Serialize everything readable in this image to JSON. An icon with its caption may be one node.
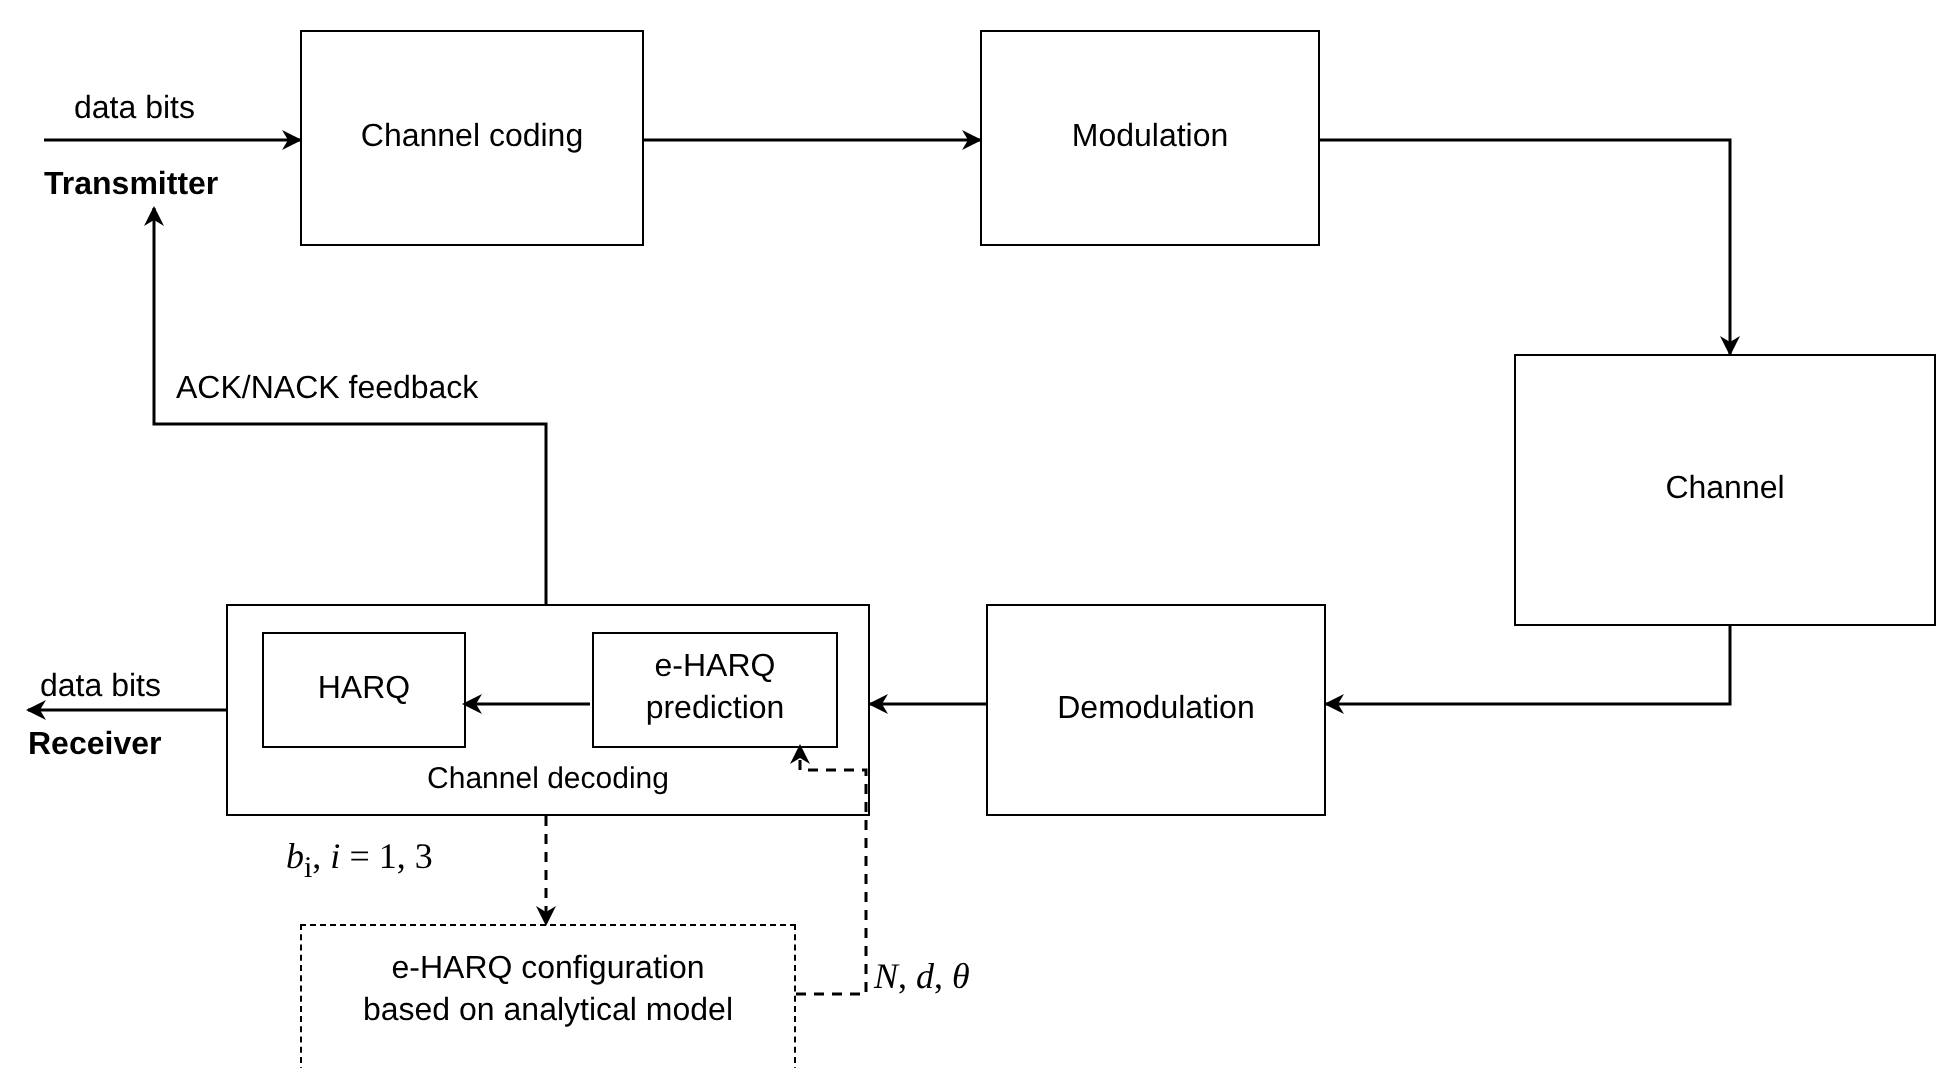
{
  "diagram": {
    "nodes": [
      {
        "text": [
          "Transmitter"
        ]
      },
      {
        "text": [
          "Channel coding"
        ]
      },
      {
        "text": [
          "Modulation"
        ]
      },
      {
        "text": [
          "Channel"
        ]
      },
      {
        "text": [
          "Demodulation"
        ]
      },
      {
        "text": [
          "Channel decoding"
        ]
      },
      {
        "text": [
          "HARQ"
        ],
        "in": 5
      },
      {
        "text": [
          "e-HARQ prediction"
        ],
        "in": 5
      },
      {
        "text": [
          "e-HARQ configuration based on analytical model"
        ]
      },
      {
        "text": [
          "Receiver"
        ]
      }
    ],
    "edges": [
      {
        "from": 0,
        "to": 1,
        "arrow": "to",
        "label": "data bits"
      },
      {
        "from": 1,
        "to": 2,
        "arrow": "to"
      },
      {
        "from": 2,
        "to": 3,
        "arrow": "to"
      },
      {
        "from": 3,
        "to": 4,
        "arrow": "to"
      },
      {
        "from": 4,
        "to": 5,
        "arrow": "to"
      },
      {
        "from": 7,
        "to": 6,
        "arrow": "to"
      },
      {
        "from": 5,
        "to": 0,
        "arrow": "to",
        "label": "ACK/NACK feedback"
      },
      {
        "from": 5,
        "to": 8,
        "arrow": "to",
        "label": "*b*$_{i}$, *i* = 1, 3",
        "style": "dashed"
      },
      {
        "from": 8,
        "to": 7,
        "arrow": "to",
        "label": "*N*, *d*, *θ*",
        "style": "dashed"
      },
      {
        "from": 5,
        "to": 9,
        "arrow": "to",
        "label": "data bits"
      }
    ]
  }
}
